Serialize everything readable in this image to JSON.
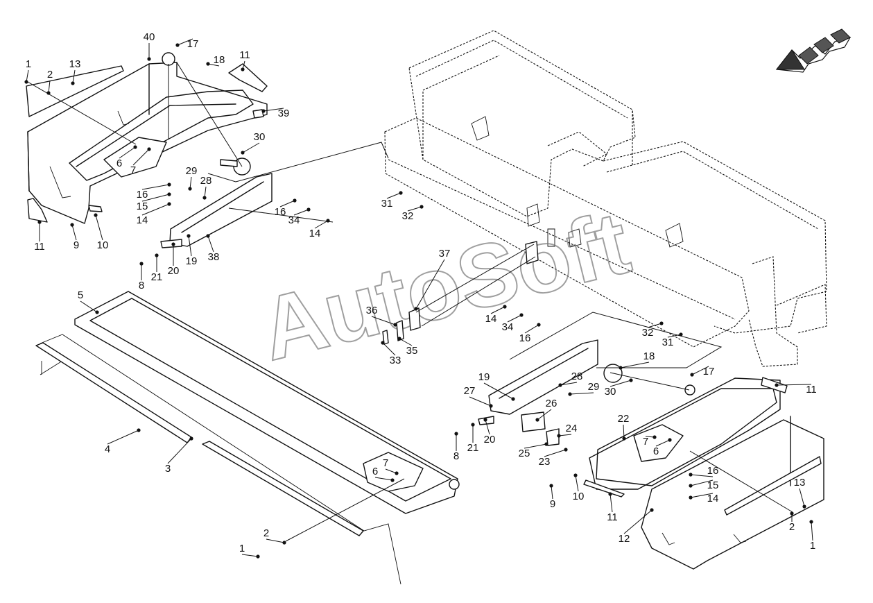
{
  "watermark": "AutoSoft",
  "direction_icon": "travel-direction-arrow-icon",
  "callouts": [
    {
      "id": "c1a",
      "label": "1"
    },
    {
      "id": "c2a",
      "label": "2"
    },
    {
      "id": "c13a",
      "label": "13"
    },
    {
      "id": "c40",
      "label": "40"
    },
    {
      "id": "c17a",
      "label": "17"
    },
    {
      "id": "c18a",
      "label": "18"
    },
    {
      "id": "c11a",
      "label": "11"
    },
    {
      "id": "c39",
      "label": "39"
    },
    {
      "id": "c30a",
      "label": "30"
    },
    {
      "id": "c6a",
      "label": "6"
    },
    {
      "id": "c7a",
      "label": "7"
    },
    {
      "id": "c29a",
      "label": "29"
    },
    {
      "id": "c28a",
      "label": "28"
    },
    {
      "id": "c16a",
      "label": "16"
    },
    {
      "id": "c15a",
      "label": "15"
    },
    {
      "id": "c14a",
      "label": "14"
    },
    {
      "id": "c11b",
      "label": "11"
    },
    {
      "id": "c9a",
      "label": "9"
    },
    {
      "id": "c10a",
      "label": "10"
    },
    {
      "id": "c16b",
      "label": "16"
    },
    {
      "id": "c34a",
      "label": "34"
    },
    {
      "id": "c14b",
      "label": "14"
    },
    {
      "id": "c20a",
      "label": "20"
    },
    {
      "id": "c19a",
      "label": "19"
    },
    {
      "id": "c38",
      "label": "38"
    },
    {
      "id": "c21a",
      "label": "21"
    },
    {
      "id": "c8a",
      "label": "8"
    },
    {
      "id": "c31a",
      "label": "31"
    },
    {
      "id": "c32a",
      "label": "32"
    },
    {
      "id": "c37",
      "label": "37"
    },
    {
      "id": "c5",
      "label": "5"
    },
    {
      "id": "c36",
      "label": "36"
    },
    {
      "id": "c35",
      "label": "35"
    },
    {
      "id": "c33",
      "label": "33"
    },
    {
      "id": "c4",
      "label": "4"
    },
    {
      "id": "c3",
      "label": "3"
    },
    {
      "id": "c7b",
      "label": "7"
    },
    {
      "id": "c6b",
      "label": "6"
    },
    {
      "id": "c2b",
      "label": "2"
    },
    {
      "id": "c1b",
      "label": "1"
    },
    {
      "id": "c14c",
      "label": "14"
    },
    {
      "id": "c34b",
      "label": "34"
    },
    {
      "id": "c16c",
      "label": "16"
    },
    {
      "id": "c32b",
      "label": "32"
    },
    {
      "id": "c31b",
      "label": "31"
    },
    {
      "id": "c18b",
      "label": "18"
    },
    {
      "id": "c17b",
      "label": "17"
    },
    {
      "id": "c11c",
      "label": "11"
    },
    {
      "id": "c19b",
      "label": "19"
    },
    {
      "id": "c28b",
      "label": "28"
    },
    {
      "id": "c29b",
      "label": "29"
    },
    {
      "id": "c27",
      "label": "27"
    },
    {
      "id": "c30b",
      "label": "30"
    },
    {
      "id": "c26",
      "label": "26"
    },
    {
      "id": "c22",
      "label": "22"
    },
    {
      "id": "c24",
      "label": "24"
    },
    {
      "id": "c7c",
      "label": "7"
    },
    {
      "id": "c6c",
      "label": "6"
    },
    {
      "id": "c8b",
      "label": "8"
    },
    {
      "id": "c21b",
      "label": "21"
    },
    {
      "id": "c20b",
      "label": "20"
    },
    {
      "id": "c25",
      "label": "25"
    },
    {
      "id": "c23",
      "label": "23"
    },
    {
      "id": "c16d",
      "label": "16"
    },
    {
      "id": "c15b",
      "label": "15"
    },
    {
      "id": "c14d",
      "label": "14"
    },
    {
      "id": "c9b",
      "label": "9"
    },
    {
      "id": "c10b",
      "label": "10"
    },
    {
      "id": "c13b",
      "label": "13"
    },
    {
      "id": "c11d",
      "label": "11"
    },
    {
      "id": "c12",
      "label": "12"
    },
    {
      "id": "c2c",
      "label": "2"
    },
    {
      "id": "c1c",
      "label": "1"
    }
  ]
}
